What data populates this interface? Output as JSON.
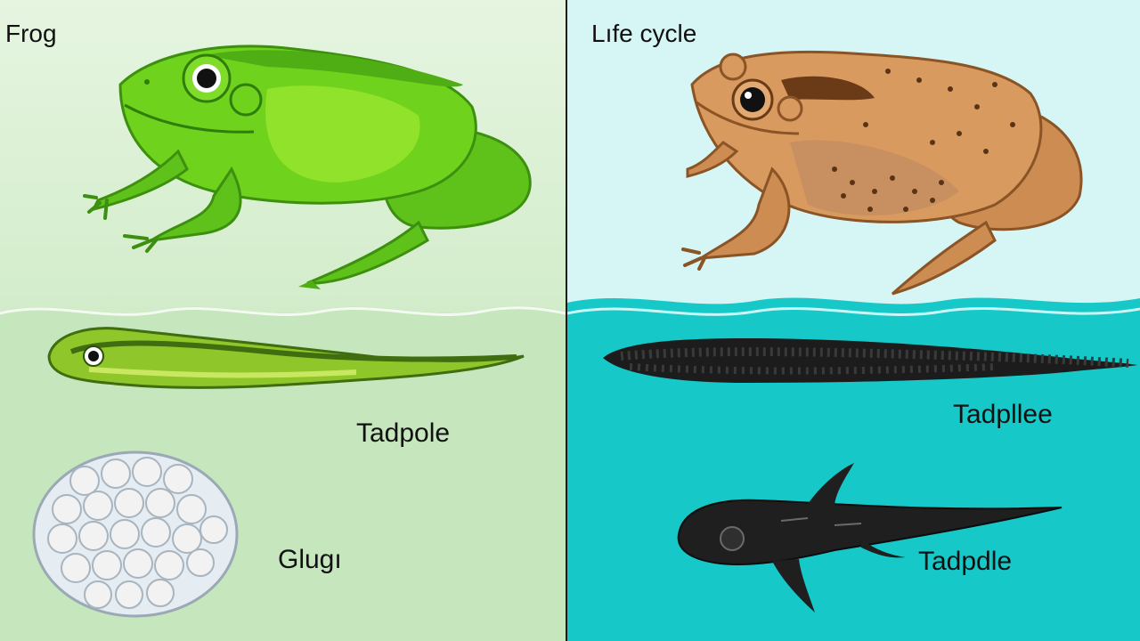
{
  "left_panel": {
    "title": "Frog",
    "tadpole_label": "Tadpole",
    "eggs_label": "Glugı"
  },
  "right_panel": {
    "title": "Lıfe cycle",
    "spawn_label": "Tadpllee",
    "tadpole_label": "Tadpdle"
  },
  "colors": {
    "left_water": "#c6e6bd",
    "right_water": "#16c8c8",
    "frog_green": "#6fd21c",
    "toad_brown": "#d89a5e",
    "tadpole_dark": "#1c1c1c"
  }
}
